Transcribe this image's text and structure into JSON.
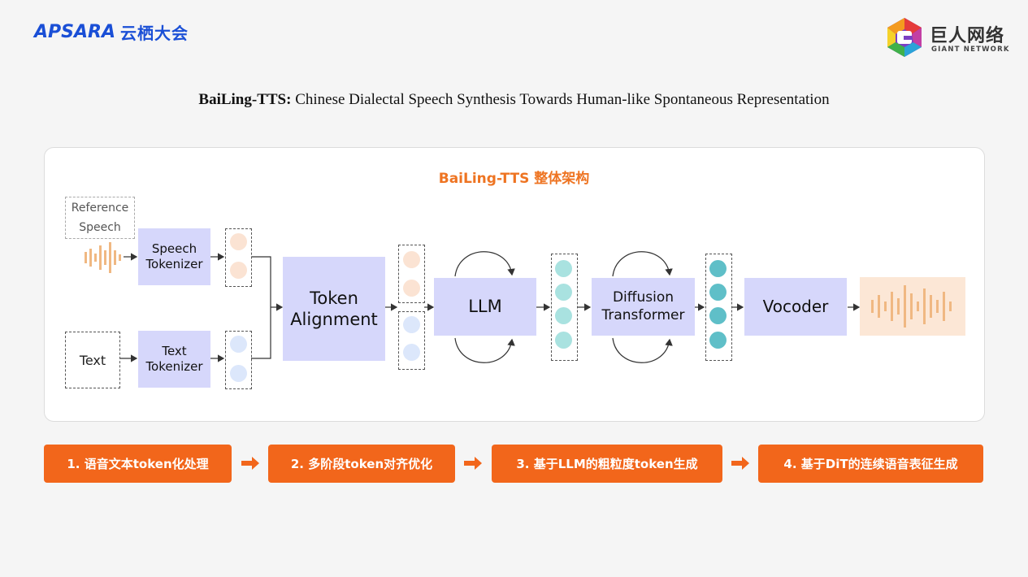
{
  "header": {
    "apsara_brand": "APSARA",
    "apsara_cn": "云栖大会",
    "giant_cn": "巨人网络",
    "giant_en": "GIANT NETWORK"
  },
  "title": {
    "bold": "BaiLing-TTS:",
    "rest": " Chinese Dialectal Speech Synthesis Towards Human-like Spontaneous Representation"
  },
  "diagram": {
    "title": "BaiLing-TTS 整体架构",
    "reference_speech": "Reference Speech",
    "text_input": "Text",
    "speech_tokenizer": "Speech Tokenizer",
    "text_tokenizer": "Text Tokenizer",
    "token_alignment": "Token Alignment",
    "llm": "LLM",
    "diffusion_transformer": "Diffusion Transformer",
    "vocoder": "Vocoder",
    "colors": {
      "box_fill": "#d6d7fb",
      "speech_token": "#fbe3d3",
      "text_token": "#dce7fb",
      "llm_token": "#a9e2e0",
      "dit_token": "#5fbfc8",
      "waveform": "#f0b882",
      "accent": "#ee7422"
    }
  },
  "steps": [
    {
      "label": "1. 语音文本token化处理"
    },
    {
      "label": "2. 多阶段token对齐优化"
    },
    {
      "label": "3. 基于LLM的粗粒度token生成"
    },
    {
      "label": "4. 基于DiT的连续语音表征生成"
    }
  ]
}
